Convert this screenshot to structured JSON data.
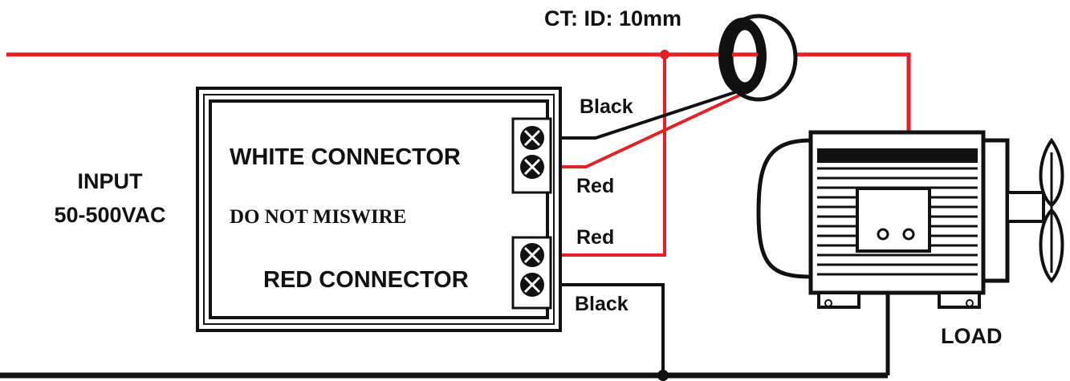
{
  "colors": {
    "live_wire": "#e32228",
    "neutral_wire": "#111111",
    "outline": "#111111",
    "background": "#ffffff",
    "motor_fill": "#ffffff"
  },
  "ct": {
    "label": "CT:  ID: 10mm"
  },
  "input": {
    "line1": "INPUT",
    "line2": "50-500VAC"
  },
  "device": {
    "white_connector": "WHITE CONNECTOR",
    "warning": "DO NOT MISWIRE",
    "red_connector": "RED CONNECTOR"
  },
  "wires": {
    "ct_black": "Black",
    "ct_red": "Red",
    "supply_red": "Red",
    "supply_black": "Black"
  },
  "load": {
    "label": "LOAD"
  },
  "icons": [
    "terminal-screw-icon",
    "current-transformer-icon",
    "motor-icon",
    "fan-icon"
  ]
}
